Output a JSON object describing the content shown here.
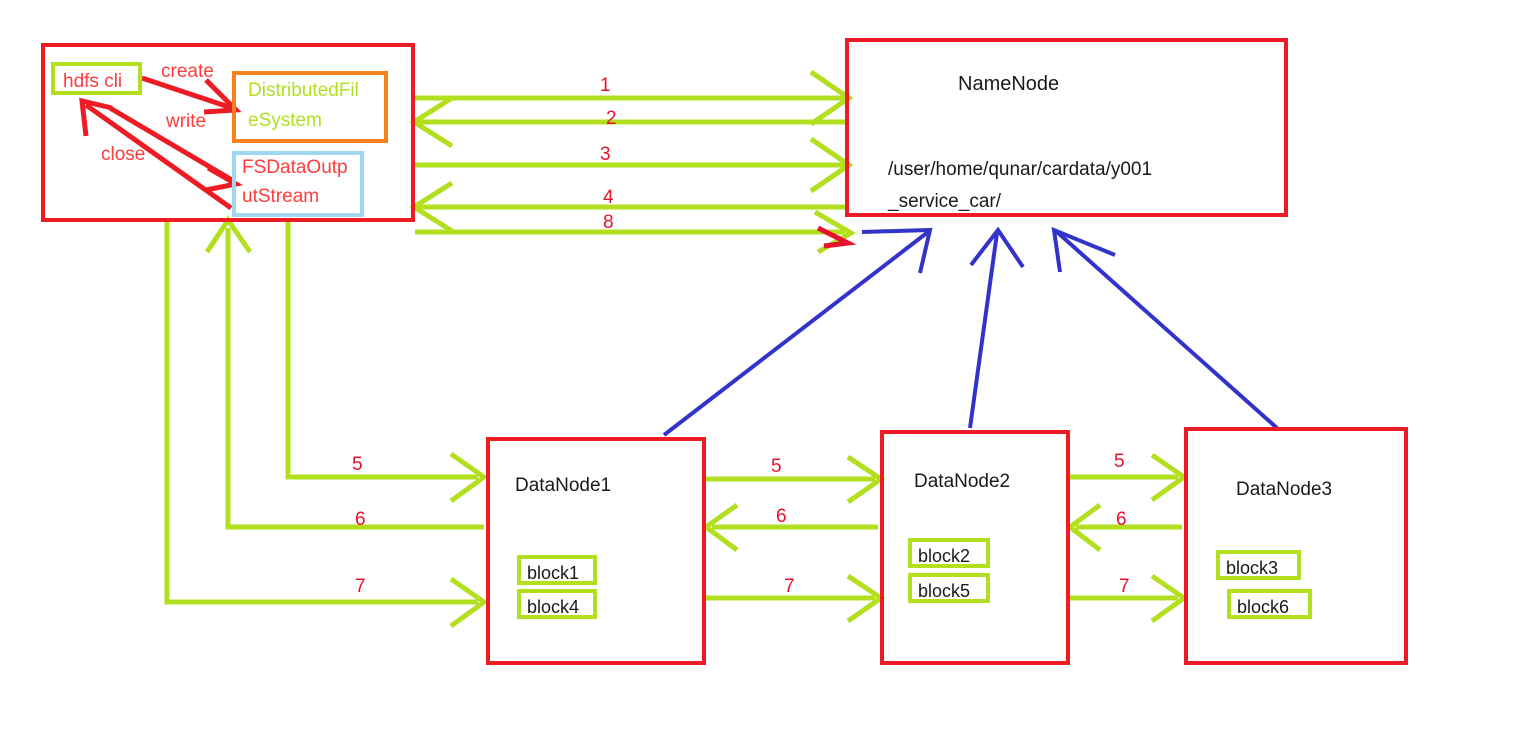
{
  "diagram": {
    "title": "HDFS file write dataflow",
    "colors": {
      "red_border": "#ed1c24",
      "green_line": "#b2e01e",
      "orange_border": "#f5821f",
      "lightblue_border": "#9fd7ef",
      "blue_arrow": "#3333cc",
      "red_arrow": "#e8112d",
      "text_black": "#1a1a1a",
      "text_red": "#ff3b3b"
    }
  },
  "client": {
    "name": "client-container",
    "hdfs_cli": "hdfs cli",
    "dfs_line1": "DistributedFil",
    "dfs_line2": "eSystem",
    "stream_line1": "FSDataOutp",
    "stream_line2": "utStream",
    "actions": {
      "create": "create",
      "write": "write",
      "close": "close"
    }
  },
  "namenode": {
    "title": "NameNode",
    "path_line1": "/user/home/qunar/cardata/y001",
    "path_line2": "_service_car/"
  },
  "datanodes": [
    {
      "title": "DataNode1",
      "blocks": [
        "block1",
        "block4"
      ]
    },
    {
      "title": "DataNode2",
      "blocks": [
        "block2",
        "block5"
      ]
    },
    {
      "title": "DataNode3",
      "blocks": [
        "block3",
        "block6"
      ]
    }
  ],
  "steps": {
    "client_namenode": [
      "1",
      "2",
      "3",
      "4",
      "8"
    ],
    "client_dn1": {
      "five": "5",
      "six": "6",
      "seven": "7"
    },
    "dn1_dn2": {
      "five": "5",
      "six": "6",
      "seven": "7"
    },
    "dn2_dn3": {
      "five": "5",
      "six": "6",
      "seven": "7"
    }
  }
}
